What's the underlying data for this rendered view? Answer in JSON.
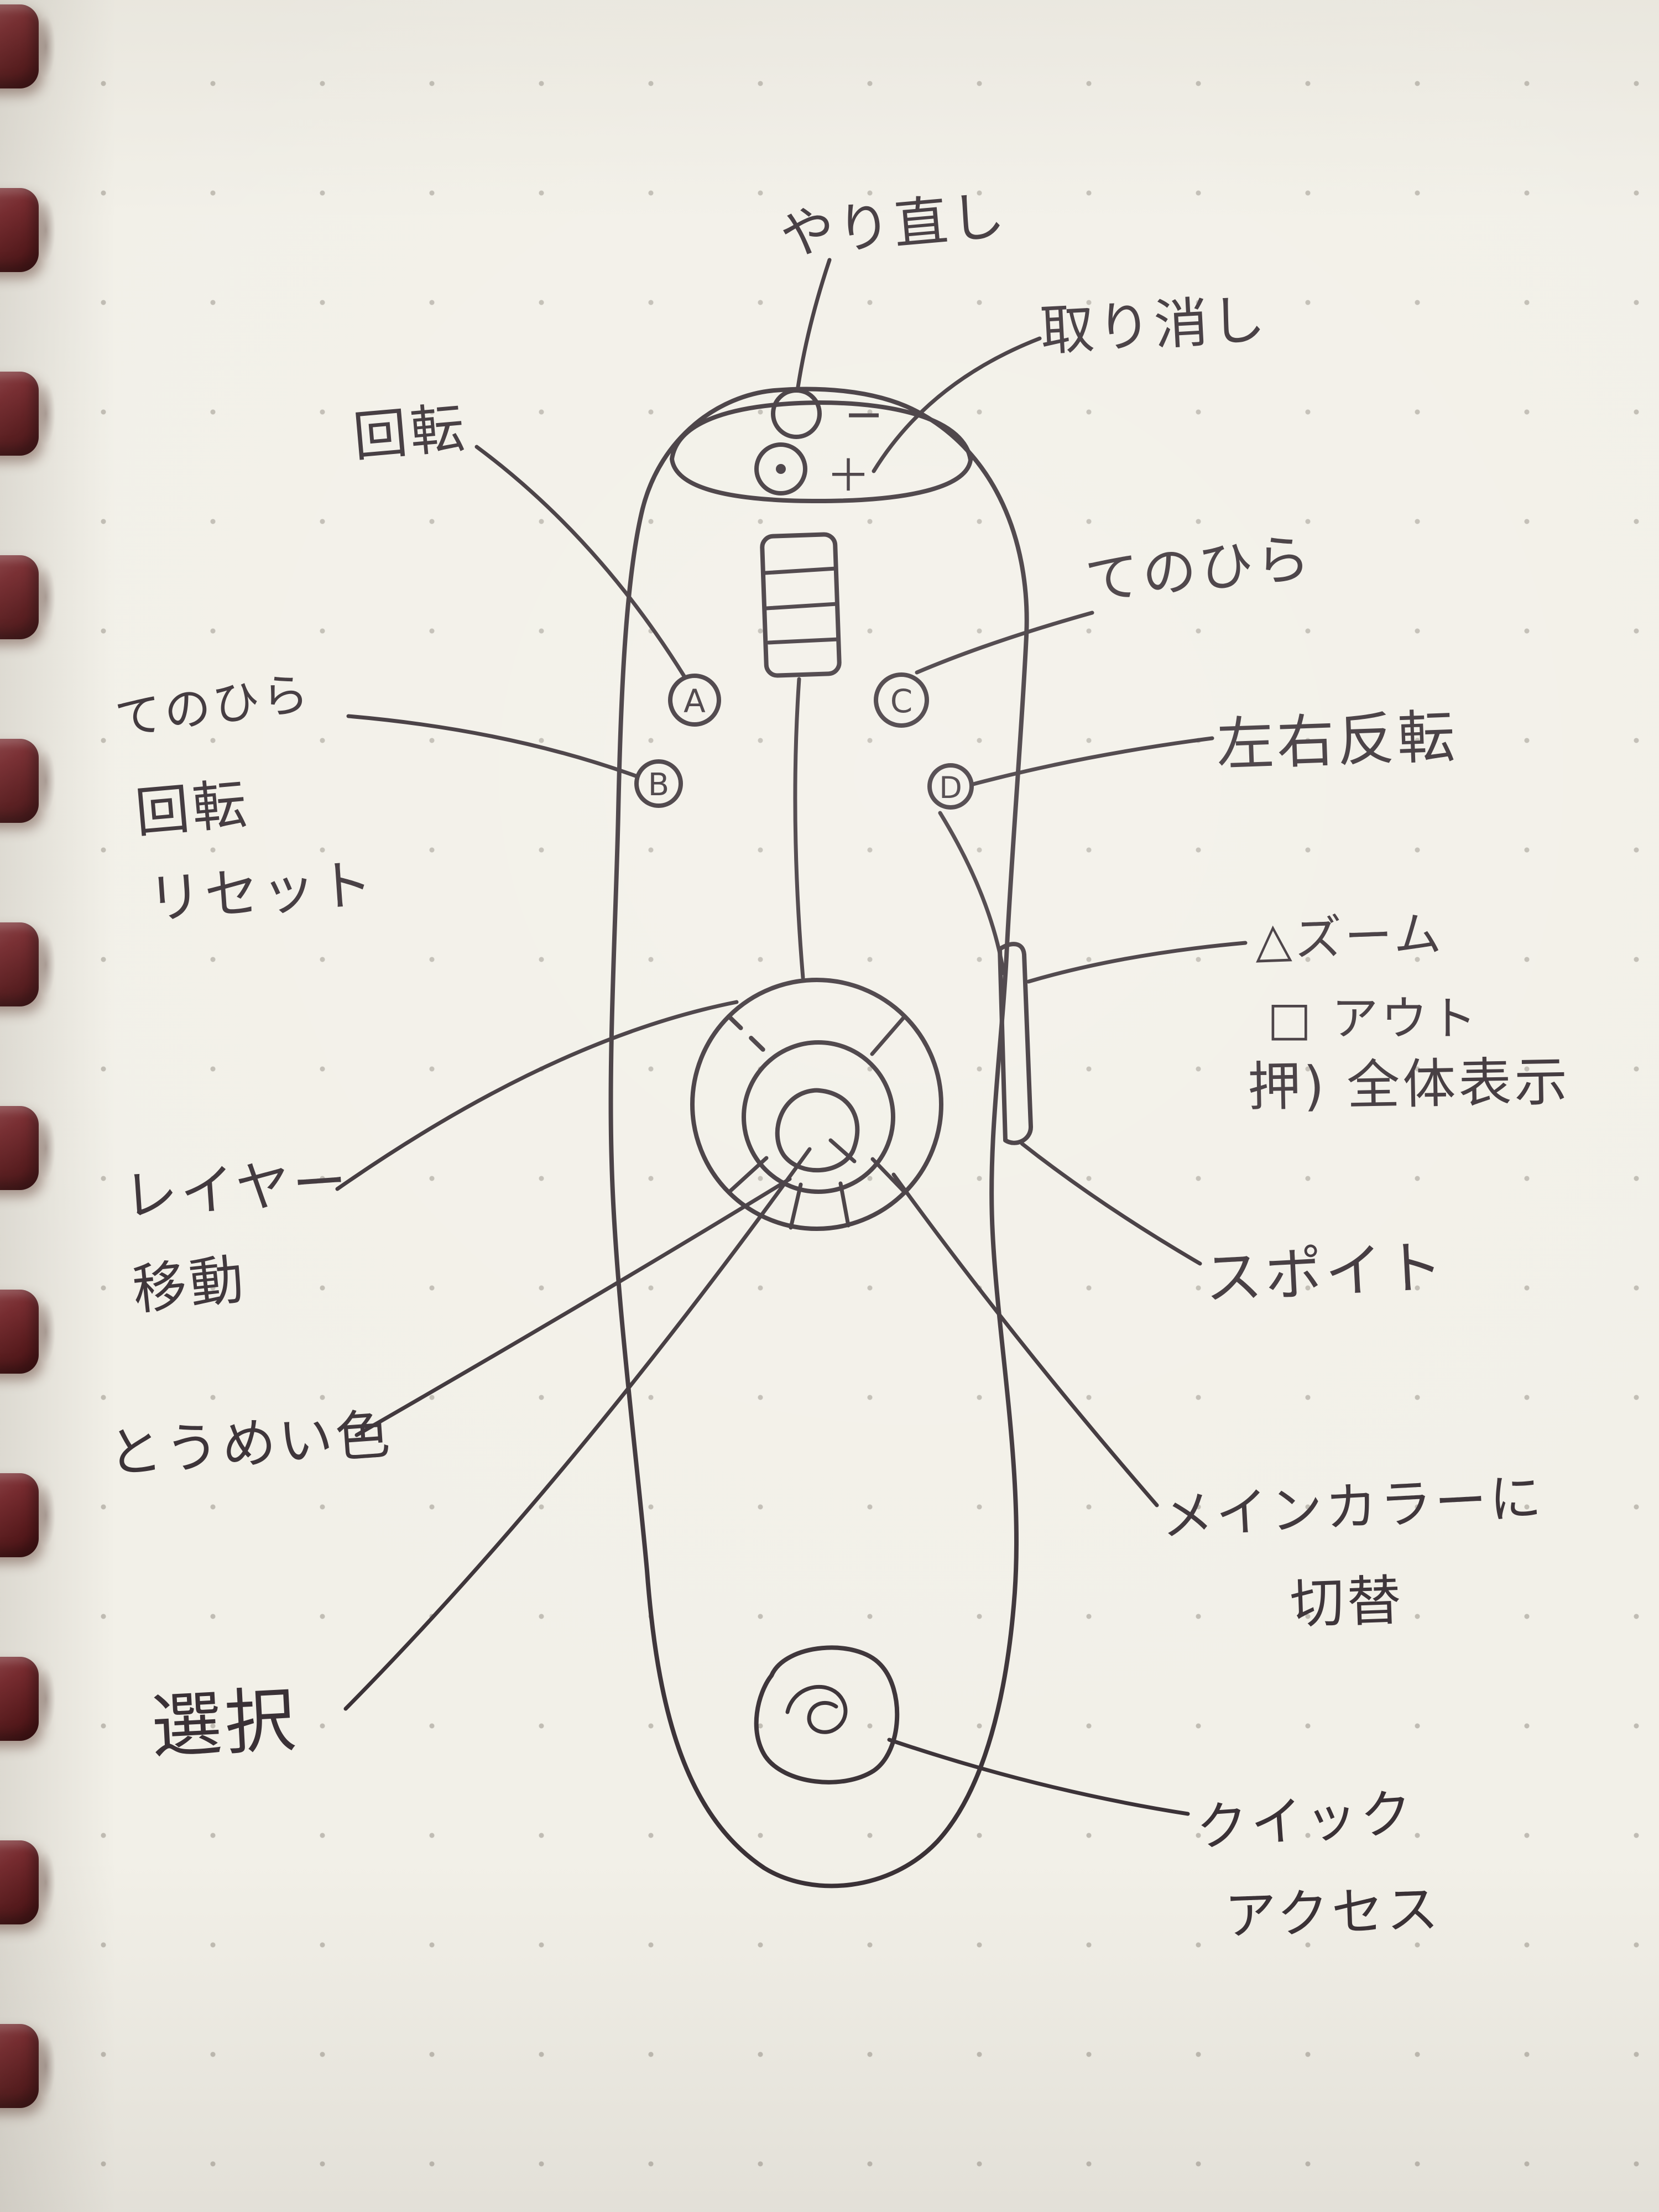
{
  "notebook": {
    "paper_color": "#f2f0e8",
    "ink_color": "#3a3136",
    "binding_color": "#7a262c"
  },
  "labels": {
    "redo": "やり直し",
    "undo": "取り消し",
    "rotate": "回転",
    "palm": "てのひら",
    "rotation_reset": [
      "てのひら",
      "回転",
      "リセット"
    ],
    "flip_horizontal": "左右反転",
    "zoom": [
      "△ズーム",
      "□ アウト",
      "押) 全体表示"
    ],
    "eyedropper": "スポイト",
    "layer_move": [
      "レイヤー",
      "移動"
    ],
    "transparent_color": "とうめい色",
    "switch_main_color": [
      "メインカラーに",
      "切替"
    ],
    "select": "選択",
    "quick_access": [
      "クイック",
      "アクセス"
    ]
  },
  "device": {
    "buttons": {
      "a": "A",
      "b": "B",
      "c": "C",
      "d": "D"
    },
    "minus": "−",
    "plus": "＋"
  }
}
